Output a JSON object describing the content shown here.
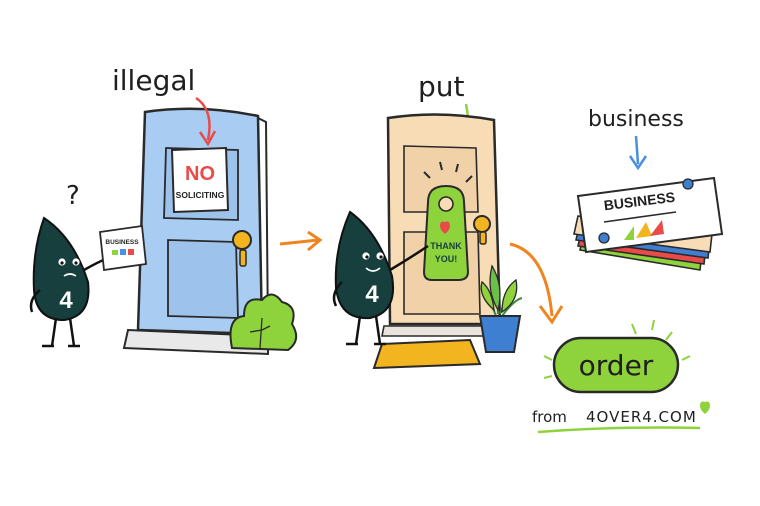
{
  "labels": {
    "illegal": "illegal",
    "put": "put",
    "business": "business",
    "question": "?"
  },
  "sign": {
    "no": "NO",
    "soliciting": "SOLICITING"
  },
  "hanger": {
    "line1": "THANK",
    "line2": "YOU!"
  },
  "mini_card": {
    "title": "BUSINESS"
  },
  "card_stack": {
    "title": "BUSINESS"
  },
  "mascot": {
    "number": "4"
  },
  "order_button": {
    "label": "order"
  },
  "footer": {
    "from": "from",
    "site": "4OVER4.COM"
  },
  "colors": {
    "mascot": "#163f3d",
    "door_left": "#a9cdf2",
    "door_right": "#f7dcb5",
    "accent_orange": "#f0841f",
    "accent_green": "#8fd33c",
    "knob": "#f2b41f"
  }
}
